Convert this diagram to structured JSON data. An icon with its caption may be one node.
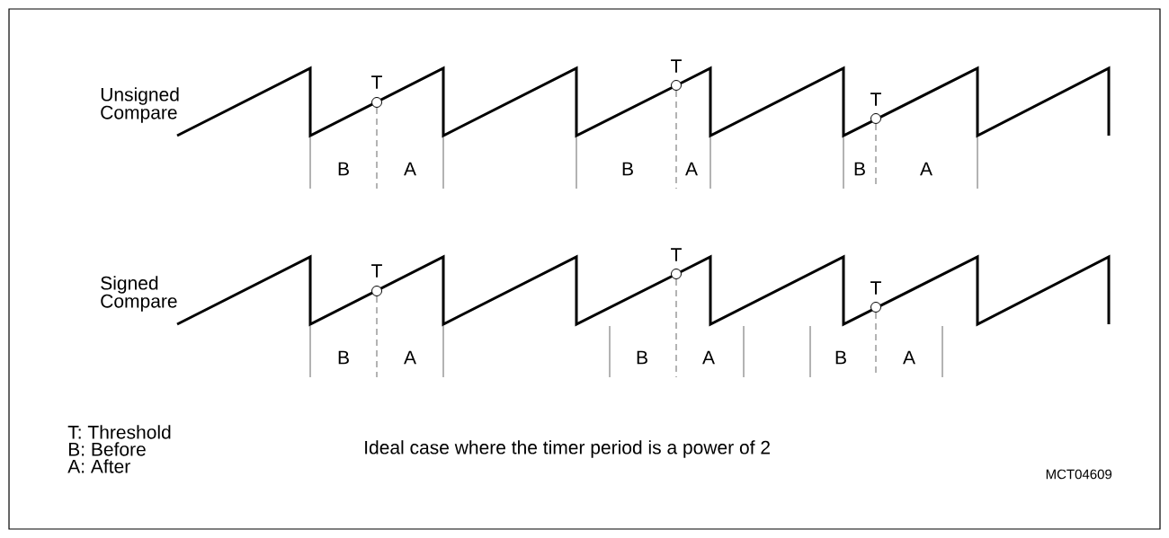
{
  "diagram": {
    "labels": [
      "Unsigned Compare",
      "T",
      "T",
      "T",
      "B",
      "A",
      "B",
      "A",
      "B",
      "A",
      "Signed Compare",
      "T",
      "T",
      "T",
      "B",
      "A",
      "B",
      "A",
      "B",
      "A",
      "T: Threshold",
      "B: Before",
      "Ideal case where the timer period is a power of 2",
      "A: After",
      "MCT04609"
    ]
  }
}
